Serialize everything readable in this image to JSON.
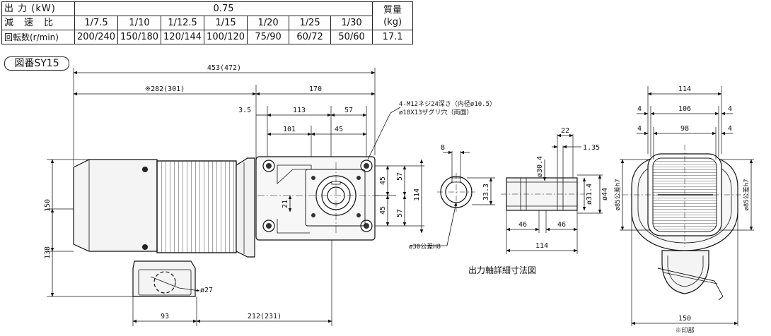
{
  "spec_table": {
    "output_label": "出 力 (kW)",
    "output_value": "0.75",
    "ratio_label": "減　速　比",
    "ratios": [
      "1/7.5",
      "1/10",
      "1/12.5",
      "1/15",
      "1/20",
      "1/25",
      "1/30"
    ],
    "speed_label": "回転数(r/min)",
    "speeds": [
      "200/240",
      "150/180",
      "120/144",
      "100/120",
      "75/90",
      "60/72",
      "50/60"
    ],
    "mass_label_1": "質量",
    "mass_label_2": "(kg)",
    "mass_value": "17.1"
  },
  "diagram": {
    "figure_number": "図番SY15",
    "dims_main": {
      "total": "453(472)",
      "motor": "※282(301)",
      "gear": "170",
      "d35": "3.5",
      "d113": "113",
      "d57": "57",
      "d101": "101",
      "d45": "45",
      "d150": "150",
      "d138": "138",
      "d21": "21",
      "v45a": "45",
      "v45b": "45",
      "v57a": "57",
      "v57b": "57",
      "v114": "114",
      "d93": "93",
      "d212": "212(231)",
      "d27": "ø27"
    },
    "notes": {
      "tap": "4-M12ネジ24深さ（内径ø10.5）",
      "counterbore": "ø18X13ザグリ穴（両面）"
    },
    "shaft": {
      "d8": "8",
      "d333": "33.3",
      "bore": "ø30公差H8",
      "d22": "22",
      "d135": "1.35",
      "d304": "ø30.4",
      "d314": "ø31.4",
      "d44": "ø44",
      "d46a": "46",
      "d46b": "46",
      "d114": "114",
      "caption": "出力軸詳細寸法図"
    },
    "side": {
      "d114": "114",
      "d106": "106",
      "d98": "98",
      "d4a": "4",
      "d4b": "4",
      "d4c": "4",
      "d4d": "4",
      "h7a": "ø85公差h7",
      "h7b": "ø85公差h7",
      "d150": "150",
      "note": "※印部"
    }
  }
}
